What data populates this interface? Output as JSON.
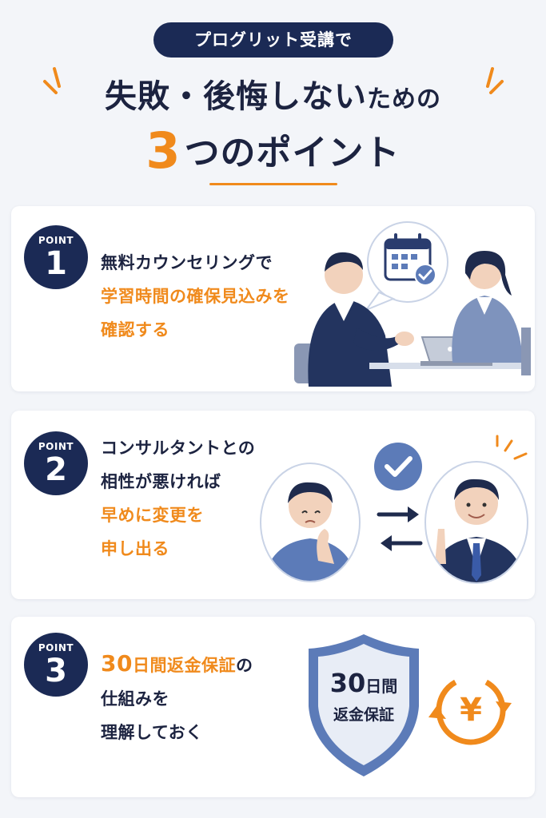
{
  "header": {
    "pill": "プログリット受講で",
    "title_line1_main": "失敗・後悔しない",
    "title_line1_small": "ための",
    "title_line2_num": "3",
    "title_line2_rest": "つのポイント"
  },
  "points": [
    {
      "label": "POINT",
      "number": "1",
      "lines": [
        [
          {
            "text": "無料カウンセリングで",
            "orange": false
          }
        ],
        [
          {
            "text": "学習時間の確保見込みを",
            "orange": true
          }
        ],
        [
          {
            "text": "確認する",
            "orange": true
          }
        ]
      ]
    },
    {
      "label": "POINT",
      "number": "2",
      "lines": [
        [
          {
            "text": "コンサルタントとの",
            "orange": false
          }
        ],
        [
          {
            "text": "相性が悪ければ",
            "orange": false
          }
        ],
        [
          {
            "text": "早めに変更を",
            "orange": true
          }
        ],
        [
          {
            "text": "申し出る",
            "orange": true
          }
        ]
      ]
    },
    {
      "label": "POINT",
      "number": "3",
      "lines": [
        [
          {
            "text": "30",
            "orange": true,
            "big": true
          },
          {
            "text": "日間返金保証",
            "orange": true
          },
          {
            "text": "の",
            "orange": false
          }
        ],
        [
          {
            "text": "仕組みを",
            "orange": false
          }
        ],
        [
          {
            "text": "理解しておく",
            "orange": false
          }
        ]
      ]
    }
  ],
  "shield": {
    "line1_num": "30",
    "line1_rest": "日間",
    "line2": "返金保証"
  },
  "yen": {
    "symbol": "¥"
  },
  "colors": {
    "navy": "#1b2a55",
    "orange": "#f08a1c",
    "background": "#f3f5f9"
  },
  "icons": [
    "calendar-check-icon",
    "check-circle-icon",
    "swap-arrows-icon",
    "shield-icon",
    "yen-cycle-icon"
  ]
}
